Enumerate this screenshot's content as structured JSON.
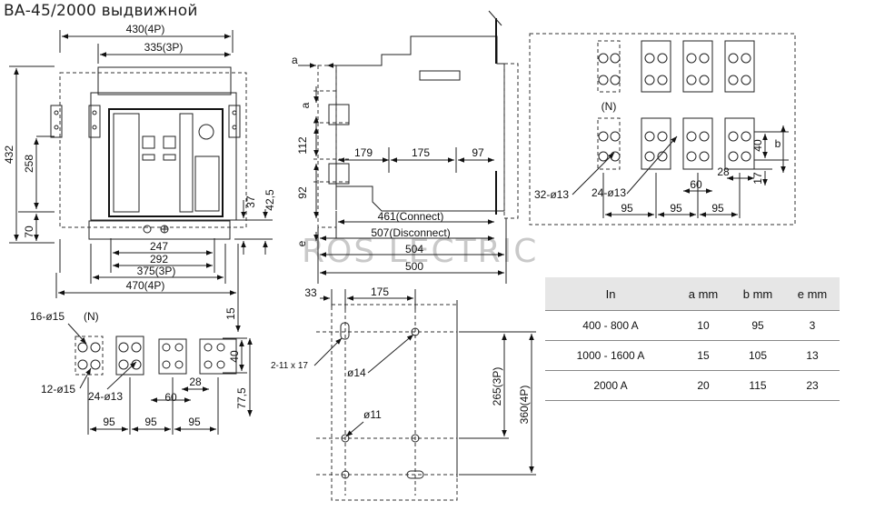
{
  "title": "ВА-45/2000 выдвижной",
  "watermark": "ROS LECTRIC",
  "front_view": {
    "dim_430": "430(4P)",
    "dim_335": "335(3P)",
    "dim_432": "432",
    "dim_258": "258",
    "dim_70": "70",
    "dim_37": "37",
    "dim_42_5": "42,5",
    "dim_247": "247",
    "dim_292": "292",
    "dim_375": "375(3P)",
    "dim_470": "470(4P)"
  },
  "side_view": {
    "label_a_top": "a",
    "label_a_mid": "a",
    "label_e": "e",
    "dim_112": "112",
    "dim_92": "92",
    "dim_179": "179",
    "dim_175": "175",
    "dim_97": "97",
    "dim_461": "461(Connect)",
    "dim_507": "507(Disconnect)",
    "dim_504": "504",
    "dim_500": "500"
  },
  "terminal_detail": {
    "label_n": "(N)",
    "dim_40": "40",
    "dim_b": "b",
    "dim_28": "28",
    "dim_60": "60",
    "dim_17": "17",
    "hole_32": "32-ø13",
    "hole_24": "24-ø13",
    "dim_95_a": "95",
    "dim_95_b": "95",
    "dim_95_c": "95"
  },
  "bottom_terminals": {
    "hole_16": "16-ø15",
    "label_n": "(N)",
    "hole_12": "12-ø15",
    "hole_24": "24-ø13",
    "dim_15": "15",
    "dim_40": "40",
    "dim_28": "28",
    "dim_60": "60",
    "dim_77_5": "77,5",
    "dim_95_a": "95",
    "dim_95_b": "95",
    "dim_95_c": "95"
  },
  "mounting": {
    "dim_33": "33",
    "dim_175": "175",
    "slot": "2-11 x 17",
    "hole_14": "ø14",
    "hole_11": "ø11",
    "dim_265": "265(3P)",
    "dim_360": "360(4P)"
  },
  "spec_table": {
    "headers": [
      "In",
      "a mm",
      "b mm",
      "e mm"
    ],
    "rows": [
      [
        "400 - 800 A",
        "10",
        "95",
        "3"
      ],
      [
        "1000 - 1600 A",
        "15",
        "105",
        "13"
      ],
      [
        "2000 A",
        "20",
        "115",
        "23"
      ]
    ]
  }
}
